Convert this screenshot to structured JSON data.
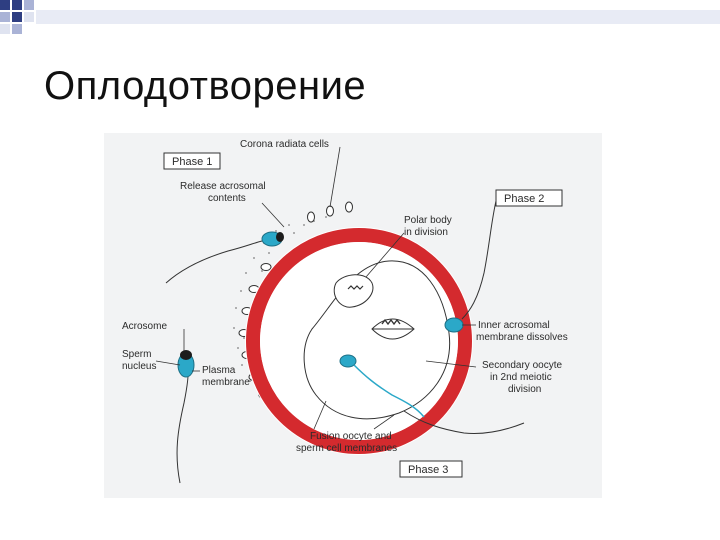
{
  "slide": {
    "title": "Оплодотворение"
  },
  "diagram": {
    "phases": {
      "phase1": "Phase 1",
      "phase2": "Phase 2",
      "phase3": "Phase 3"
    },
    "labels": {
      "corona": "Corona radiata cells",
      "release_line1": "Release acrosomal",
      "release_line2": "contents",
      "polar_line1": "Polar body",
      "polar_line2": "in division",
      "acrosome": "Acrosome",
      "sperm_line1": "Sperm",
      "sperm_line2": "nucleus",
      "plasma_line1": "Plasma",
      "plasma_line2": "membrane",
      "inner_line1": "Inner acrosomal",
      "inner_line2": "membrane dissolves",
      "secondary_line1": "Secondary oocyte",
      "secondary_line2": "in 2nd meiotic",
      "secondary_line3": "division",
      "fusion_line1": "Fusion oocyte and",
      "fusion_line2": "sperm cell membranes"
    },
    "colors": {
      "zona_pellucida": "#d42a2e",
      "sperm_head": "#2ba8c8",
      "slide_bullet_dark": "#2e3e82",
      "slide_bullet_light": "#aab3d6"
    }
  }
}
